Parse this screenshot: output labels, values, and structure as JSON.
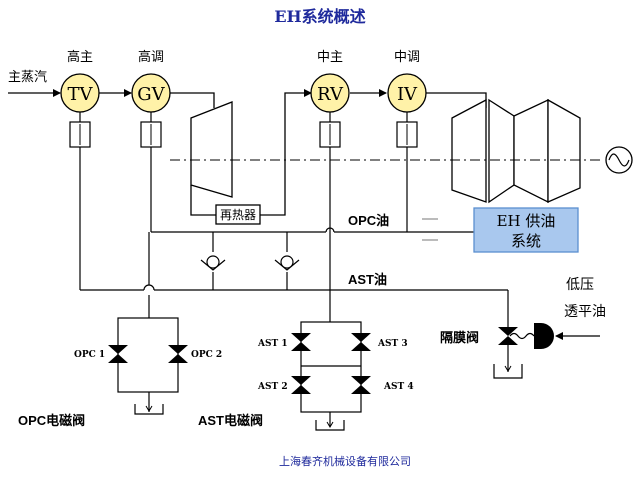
{
  "title": "EH系统概述",
  "labels": {
    "main_steam": "主蒸汽",
    "hp_main": "高主",
    "hp_control": "高调",
    "ip_main": "中主",
    "ip_control": "中调",
    "reheater": "再热器",
    "opc_oil": "OPC油",
    "ast_oil": "AST油",
    "low_pressure_line1": "低压",
    "low_pressure_line2": "透平油",
    "diaphragm_valve": "隔膜阀",
    "opc_solenoid": "OPC电磁阀",
    "ast_solenoid": "AST电磁阀",
    "company": "上海春齐机械设备有限公司"
  },
  "valves": {
    "tv": "TV",
    "gv": "GV",
    "rv": "RV",
    "iv": "IV"
  },
  "eh_supply": {
    "line1": "EH 供油",
    "line2": "系统"
  },
  "solenoids": {
    "opc1": "OPC 1",
    "opc2": "OPC 2",
    "ast1": "AST 1",
    "ast2": "AST 2",
    "ast3": "AST 3",
    "ast4": "AST 4"
  },
  "colors": {
    "title": "#1f2a9c",
    "company": "#1f2a9c",
    "valve_fill": "#fff2a8",
    "eh_box_fill": "#a9c8ee",
    "eh_box_stroke": "#5b8fd0",
    "line": "#000000"
  }
}
